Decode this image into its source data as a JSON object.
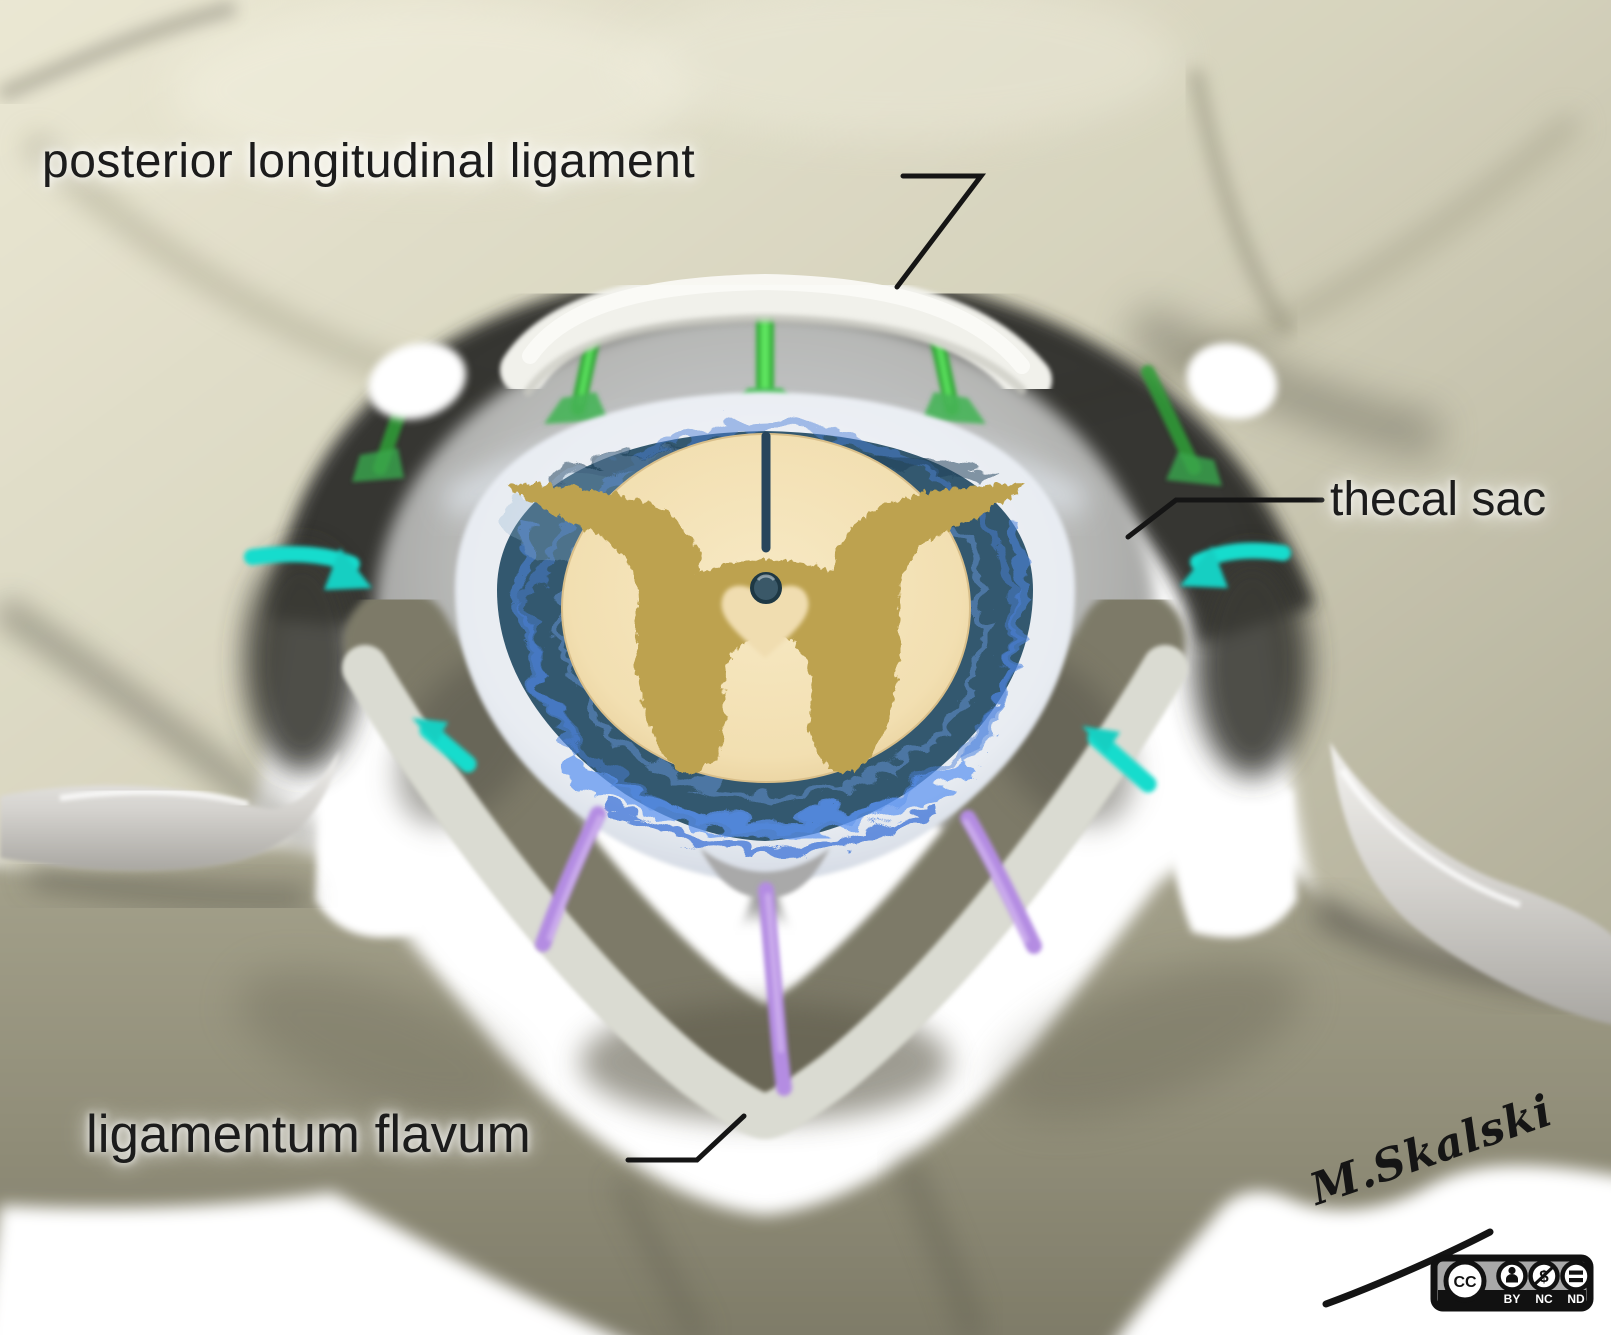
{
  "figure": {
    "type": "medical-illustration",
    "subject": "axial cross-section of the spinal canal",
    "labels": [
      {
        "id": "pll",
        "text": "posterior longitudinal ligament"
      },
      {
        "id": "thecal-sac",
        "text": "thecal sac"
      },
      {
        "id": "lig-flavum",
        "text": "ligamentum flavum"
      }
    ],
    "signature": "M.Skalski",
    "license": {
      "organization": "CC",
      "terms": [
        "BY",
        "NC",
        "ND"
      ],
      "nc_glyph": "$",
      "icons": [
        "cc-circle-icon",
        "person-icon",
        "dollar-slash-icon",
        "equals-icon"
      ]
    },
    "colors": {
      "background": "#ffffff",
      "bone": "#d8d5bf",
      "bone_dark": "#8f8c77",
      "epidural_black": "#2e2d29",
      "dura_gray": "#b9bcc2",
      "thecal_sac_white": "#eef1f5",
      "csf_blue": "#33586f",
      "csf_highlight": "#4f86f0",
      "cord_white_matter": "#f2dfb1",
      "cord_gray_matter": "#bda24f",
      "nerve_green": "#3ecb3e",
      "nerve_cyan": "#18dccd",
      "nerve_purple": "#b48ce2",
      "pll_white": "#f1f1eb",
      "flavum_band": "#dadbd2"
    }
  }
}
